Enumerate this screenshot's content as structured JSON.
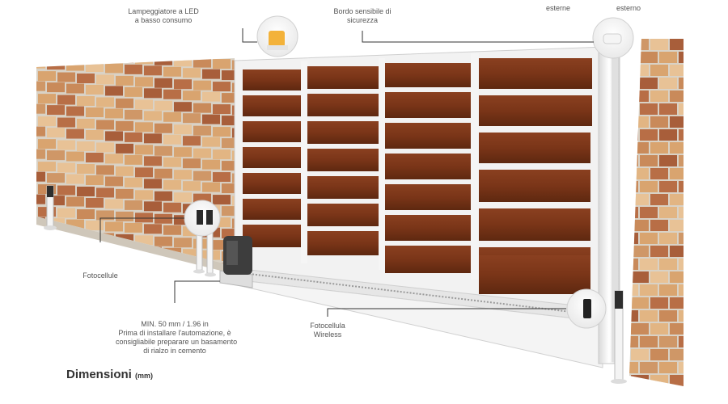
{
  "labels": {
    "led_lamp": [
      "Lampeggiatore a LED",
      "a basso consumo"
    ],
    "safety_edge": [
      "Bordo sensibile di",
      "sicurezza"
    ],
    "external_left": "esterne",
    "external_right": "esterno",
    "photocells": "Fotocellule",
    "base": [
      "MIN. 50 mm / 1.96 in",
      "Prima di installare l'automazione, è",
      "consigliabile preparare un basamento",
      "di rialzo in cemento"
    ],
    "wireless": [
      "Fotocellula",
      "Wireless"
    ]
  },
  "title": {
    "main": "Dimensioni",
    "unit": "(mm)"
  },
  "colors": {
    "brick_light": "#e2b583",
    "brick_dark": "#b86e46",
    "mortar": "#d9d2c6",
    "wood": "#7a3518",
    "frame": "#f2f2f2",
    "callout_line": "#333333"
  }
}
